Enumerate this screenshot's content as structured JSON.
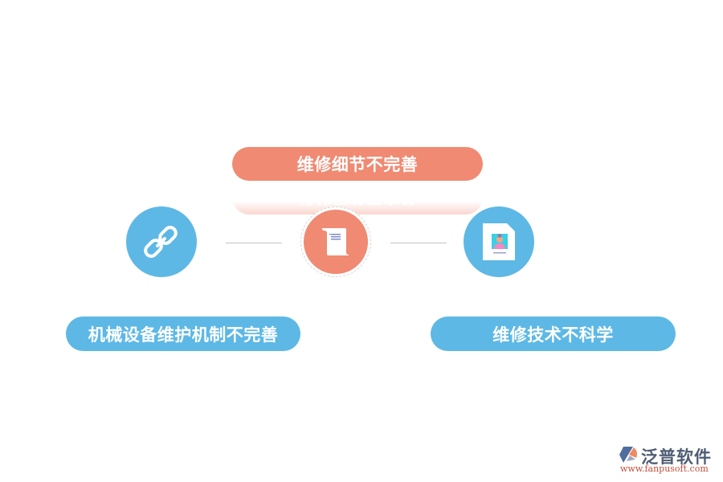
{
  "diagram": {
    "top_item": {
      "label": "维修细节不完善",
      "icon": "scroll-document-icon",
      "color": "#f08a72"
    },
    "left_item": {
      "label": "机械设备维护机制不完善",
      "icon": "chain-link-icon",
      "color": "#5db8e5"
    },
    "right_item": {
      "label": "维修技术不科学",
      "icon": "id-profile-document-icon",
      "color": "#5db8e5"
    }
  },
  "brand": {
    "name": "泛普软件",
    "url": "www.fanpusoft.com"
  }
}
